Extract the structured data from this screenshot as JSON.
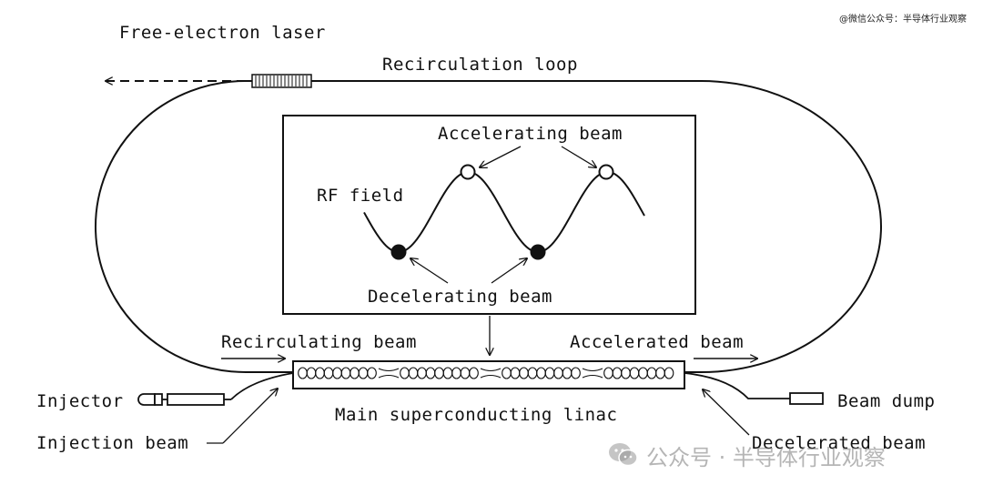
{
  "watermark_top": "@微信公众号：半导体行业观察",
  "watermark_bottom": "公众号 · 半导体行业观察",
  "labels": {
    "free_electron_laser": "Free-electron laser",
    "recirculation_loop": "Recirculation loop",
    "accelerating_beam": "Accelerating beam",
    "rf_field": "RF field",
    "decelerating_beam": "Decelerating beam",
    "recirculating_beam": "Recirculating beam",
    "accelerated_beam": "Accelerated beam",
    "injector": "Injector",
    "beam_dump": "Beam dump",
    "main_linac": "Main superconducting linac",
    "injection_beam": "Injection beam",
    "decelerated_beam": "Decelerated beam"
  },
  "colors": {
    "ink": "#111111",
    "background": "#ffffff"
  }
}
